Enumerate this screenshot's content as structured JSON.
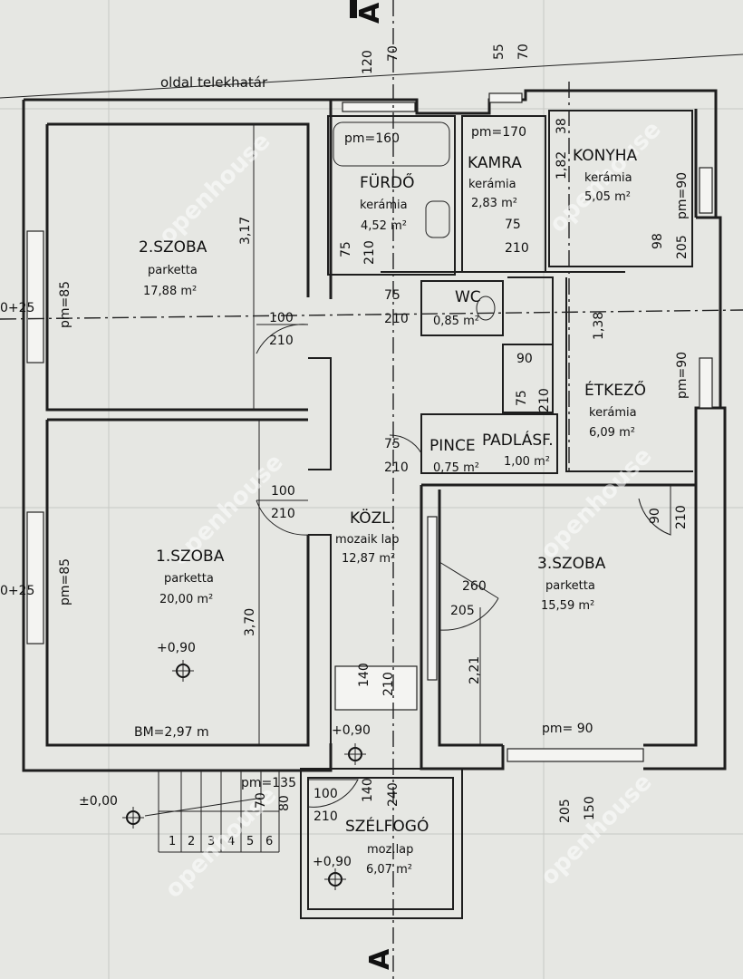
{
  "title": "A",
  "boundary_label": "oldal telekhatár",
  "watermark": "openhouse",
  "rooms": {
    "szoba2": {
      "name": "2.SZOBA",
      "floor": "parketta",
      "area": "17,88 m²"
    },
    "furdo": {
      "name": "FÜRDŐ",
      "floor": "kerámia",
      "area": "4,52 m²"
    },
    "kamra": {
      "name": "KAMRA",
      "floor": "kerámia",
      "area": "2,83 m²"
    },
    "konyha": {
      "name": "KONYHA",
      "floor": "kerámia",
      "area": "5,05 m²"
    },
    "wc": {
      "name": "WC",
      "area": "0,85 m²"
    },
    "etkezo": {
      "name": "ÉTKEZŐ",
      "floor": "kerámia",
      "area": "6,09 m²"
    },
    "pince": {
      "name": "PINCE",
      "area": "0,75 m²"
    },
    "padlas": {
      "name": "PADLÁSF.",
      "area": "1,00 m²"
    },
    "kozl": {
      "name": "KÖZL.",
      "floor": "mozaik lap",
      "area": "12,87 m²"
    },
    "szoba1": {
      "name": "1.SZOBA",
      "floor": "parketta",
      "area": "20,00 m²"
    },
    "szoba3": {
      "name": "3.SZOBA",
      "floor": "parketta",
      "area": "15,59 m²"
    },
    "szelfogo": {
      "name": "SZÉLFOGÓ",
      "floor": "moz.lap",
      "area": "6,07 m²"
    }
  },
  "dimensions": {
    "d120": "120",
    "d70a": "70",
    "d55": "55",
    "d70b": "70",
    "pm160": "pm=160",
    "pm170": "pm=170",
    "d38": "38",
    "d182": "1,82",
    "d75_kamra": "75",
    "d210_kamra": "210",
    "pm90_konyha": "pm=90",
    "d205_konyha": "205",
    "d98": "98",
    "d75_furdo": "75",
    "d210_furdo": "210",
    "d317": "3,17",
    "pm85_a": "pm=85",
    "d025_a": "0+25",
    "d75_wc": "75",
    "d210_wc": "210",
    "d100_a": "100",
    "d210_a": "210",
    "d138": "1,38",
    "d90_a": "90",
    "d75_b": "75",
    "d210_b": "210",
    "pm90_etk": "pm=90",
    "d75_c": "75",
    "d210_c": "210",
    "d100_b": "100",
    "d210_d": "210",
    "d90_b": "90",
    "d210_e": "210",
    "pm85_b": "pm=85",
    "d025_b": "0+25",
    "d260": "260",
    "d205": "205",
    "d370": "3,70",
    "d221": "2,21",
    "lvl_090_a": "+0,90",
    "bm": "BM=2,97 m",
    "pm90_sz3": "pm= 90",
    "d140_a": "140",
    "d210_f": "210",
    "lvl_090_b": "+0,90",
    "pm135": "pm=135",
    "d70_c": "70",
    "d80": "80",
    "d140_b": "140",
    "d240": "240",
    "d100_c": "100",
    "d210_g": "210",
    "lvl_000": "±0,00",
    "lvl_090_c": "+0,90",
    "d205_b": "205",
    "d150": "150",
    "steps": [
      "1",
      "2",
      "3",
      "4",
      "5",
      "6"
    ]
  }
}
